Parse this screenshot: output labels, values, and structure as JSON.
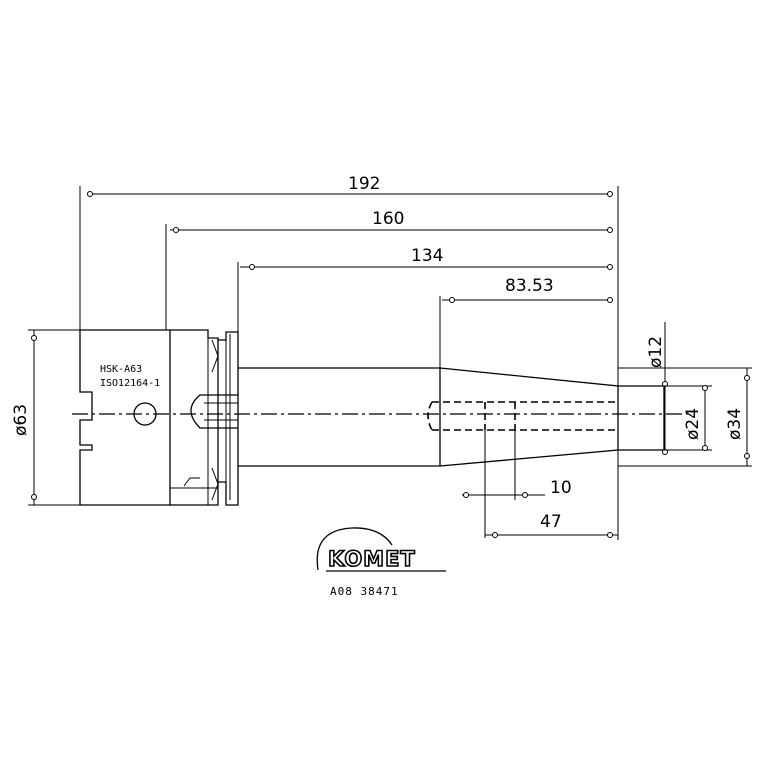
{
  "dimensions": {
    "overall_length": "192",
    "length_160": "160",
    "length_134": "134",
    "length_83": "83.53",
    "dia_flange": "ø63",
    "dia_12": "ø12",
    "dia_24": "ø24",
    "dia_34": "ø34",
    "length_10": "10",
    "length_47": "47"
  },
  "shank_labels": {
    "line1": "HSK-A63",
    "line2": "ISO12164-1"
  },
  "brand": {
    "logo_text": "KOMET",
    "article_code": "A08 38471"
  }
}
